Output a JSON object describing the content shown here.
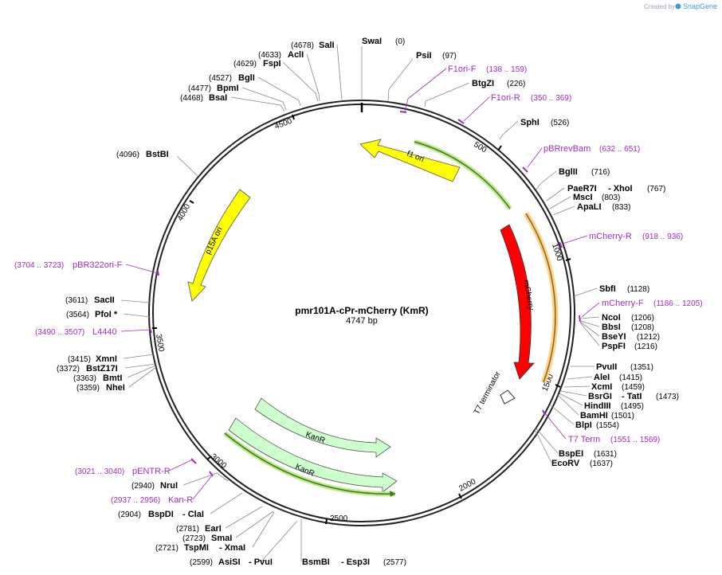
{
  "branding": {
    "created_by": "Created by",
    "app": "SnapGene"
  },
  "map": {
    "name": "pmr101A-cPr-mCherry (KmR)",
    "length_label": "4747 bp",
    "length": 4747
  },
  "ticks": [
    "500",
    "1000",
    "1500",
    "2000",
    "2500",
    "3000",
    "3500",
    "4000",
    "4500"
  ],
  "sites": [
    {
      "name": "SwaI",
      "pos": "(0)"
    },
    {
      "name": "PsiI",
      "pos": "(97)"
    },
    {
      "name": "BtgZI",
      "pos": "(226)"
    },
    {
      "name": "SphI",
      "pos": "(526)"
    },
    {
      "name": "BglII",
      "pos": "(716)"
    },
    {
      "name": "PaeR7I",
      "pos": ""
    },
    {
      "name": "- XhoI",
      "pos": "(767)"
    },
    {
      "name": "MscI",
      "pos": "(803)"
    },
    {
      "name": "ApaLI",
      "pos": "(833)"
    },
    {
      "name": "SbfI",
      "pos": "(1128)"
    },
    {
      "name": "NcoI",
      "pos": "(1206)"
    },
    {
      "name": "BbsI",
      "pos": "(1208)"
    },
    {
      "name": "BseYI",
      "pos": "(1212)"
    },
    {
      "name": "PspFI",
      "pos": "(1216)"
    },
    {
      "name": "PvuII",
      "pos": "(1351)"
    },
    {
      "name": "AleI",
      "pos": "(1415)"
    },
    {
      "name": "XcmI",
      "pos": "(1459)"
    },
    {
      "name": "BsrGI",
      "pos": ""
    },
    {
      "name": "- TatI",
      "pos": "(1473)"
    },
    {
      "name": "HindIII",
      "pos": "(1495)"
    },
    {
      "name": "BamHI",
      "pos": "(1501)"
    },
    {
      "name": "BlpI",
      "pos": "(1554)"
    },
    {
      "name": "BspEI",
      "pos": "(1631)"
    },
    {
      "name": "EcoRV",
      "pos": "(1637)"
    },
    {
      "name": "BsmBI",
      "pos": ""
    },
    {
      "name": "- Esp3I",
      "pos": "(2577)"
    },
    {
      "name": "AsiSI",
      "pos": "(2599)"
    },
    {
      "name": "- PvuI",
      "pos": ""
    },
    {
      "name": "TspMI",
      "pos": "(2721)"
    },
    {
      "name": "- XmaI",
      "pos": ""
    },
    {
      "name": "SmaI",
      "pos": "(2723)"
    },
    {
      "name": "EarI",
      "pos": "(2781)"
    },
    {
      "name": "BspDI",
      "pos": "(2904)"
    },
    {
      "name": "- ClaI",
      "pos": ""
    },
    {
      "name": "NruI",
      "pos": "(2940)"
    },
    {
      "name": "NheI",
      "pos": "(3359)"
    },
    {
      "name": "BmtI",
      "pos": "(3363)"
    },
    {
      "name": "BstZ17I",
      "pos": "(3372)"
    },
    {
      "name": "XmnI",
      "pos": "(3415)"
    },
    {
      "name": "PfoI *",
      "pos": "(3564)"
    },
    {
      "name": "SacII",
      "pos": "(3611)"
    },
    {
      "name": "BstBI",
      "pos": "(4096)"
    },
    {
      "name": "BsaI",
      "pos": "(4468)"
    },
    {
      "name": "BpmI",
      "pos": "(4477)"
    },
    {
      "name": "BglI",
      "pos": "(4527)"
    },
    {
      "name": "FspI",
      "pos": "(4629)"
    },
    {
      "name": "AclI",
      "pos": "(4633)"
    },
    {
      "name": "SalI",
      "pos": "(4678)"
    }
  ],
  "primers": [
    {
      "name": "F1ori-F",
      "pos": "(138 .. 159)"
    },
    {
      "name": "F1ori-R",
      "pos": "(350 .. 369)"
    },
    {
      "name": "pBRrevBam",
      "pos": "(632 .. 651)"
    },
    {
      "name": "mCherry-R",
      "pos": "(918 .. 936)"
    },
    {
      "name": "mCherry-F",
      "pos": "(1186 .. 1205)"
    },
    {
      "name": "T7 Term",
      "pos": "(1551 .. 1569)"
    },
    {
      "name": "Kan-R",
      "pos": "(2937 .. 2956)"
    },
    {
      "name": "pENTR-R",
      "pos": "(3021 .. 3040)"
    },
    {
      "name": "L4440",
      "pos": "(3490 .. 3507)"
    },
    {
      "name": "pBR322ori-F",
      "pos": "(3704 .. 3723)"
    }
  ],
  "features": {
    "f1ori": "f1 ori",
    "mcherry": "mCherry",
    "t7term": "T7 terminator",
    "kanr1": "KanR",
    "kanr2": "KanR",
    "p15a": "p15A ori"
  },
  "colors": {
    "f1ori": "#ffff00",
    "mcherry": "#ff0000",
    "kanr": "#ccffcc",
    "p15a": "#ffff00",
    "primer": "#a12ac7",
    "green_annotation": "#5a9a2a",
    "orange_annotation": "#d4891c"
  }
}
